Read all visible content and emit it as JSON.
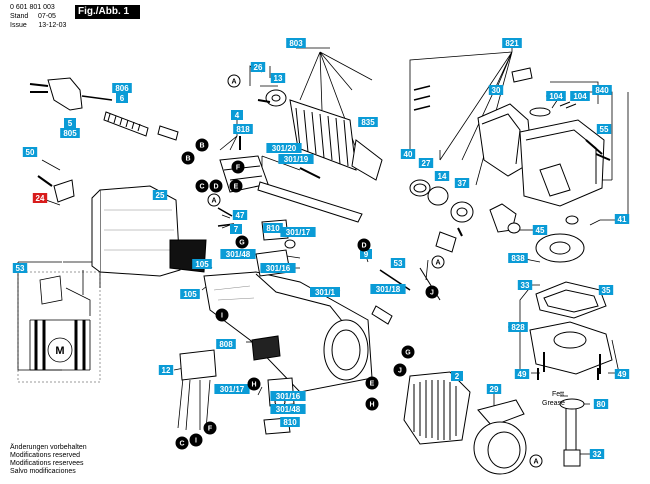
{
  "header": {
    "doc_number": "0 601 801 003",
    "stand_label": "Stand",
    "stand_value": "07-05",
    "issue_label": "Issue",
    "issue_value": "13-12-03",
    "figure": "Fig./Abb. 1"
  },
  "footer": [
    "Änderungen vorbehalten",
    "Modifications reserved",
    "Modifications reservees",
    "Salvo modificaciones"
  ],
  "notes": {
    "fett": "Fett",
    "grease": "Grease"
  },
  "motor_symbol": "M",
  "colors": {
    "label_bg": "#0a9bd6",
    "highlight": "#d81c1c",
    "line": "#000000"
  },
  "labels": [
    {
      "id": "803",
      "t": "803"
    },
    {
      "id": "821",
      "t": "821"
    },
    {
      "id": "806",
      "t": "806"
    },
    {
      "id": "6",
      "t": "6"
    },
    {
      "id": "5",
      "t": "5"
    },
    {
      "id": "805",
      "t": "805"
    },
    {
      "id": "26",
      "t": "26"
    },
    {
      "id": "13",
      "t": "13"
    },
    {
      "id": "30",
      "t": "30"
    },
    {
      "id": "840",
      "t": "840"
    },
    {
      "id": "104a",
      "t": "104"
    },
    {
      "id": "104b",
      "t": "104"
    },
    {
      "id": "835",
      "t": "835"
    },
    {
      "id": "4",
      "t": "4"
    },
    {
      "id": "818",
      "t": "818"
    },
    {
      "id": "55",
      "t": "55"
    },
    {
      "id": "50",
      "t": "50"
    },
    {
      "id": "40",
      "t": "40"
    },
    {
      "id": "27",
      "t": "27"
    },
    {
      "id": "14",
      "t": "14"
    },
    {
      "id": "37",
      "t": "37"
    },
    {
      "id": "301_20",
      "t": "301/20"
    },
    {
      "id": "301_19",
      "t": "301/19"
    },
    {
      "id": "24",
      "t": "24"
    },
    {
      "id": "25",
      "t": "25"
    },
    {
      "id": "47",
      "t": "47"
    },
    {
      "id": "7",
      "t": "7"
    },
    {
      "id": "41",
      "t": "41"
    },
    {
      "id": "810a",
      "t": "810"
    },
    {
      "id": "301_17a",
      "t": "301/17"
    },
    {
      "id": "45",
      "t": "45"
    },
    {
      "id": "301_48a",
      "t": "301/48"
    },
    {
      "id": "301_16a",
      "t": "301/16"
    },
    {
      "id": "838",
      "t": "838"
    },
    {
      "id": "53a",
      "t": "53"
    },
    {
      "id": "105a",
      "t": "105"
    },
    {
      "id": "105b",
      "t": "105"
    },
    {
      "id": "9",
      "t": "9"
    },
    {
      "id": "53b",
      "t": "53"
    },
    {
      "id": "33",
      "t": "33"
    },
    {
      "id": "35",
      "t": "35"
    },
    {
      "id": "301_1",
      "t": "301/1"
    },
    {
      "id": "301_18",
      "t": "301/18"
    },
    {
      "id": "828",
      "t": "828"
    },
    {
      "id": "808",
      "t": "808"
    },
    {
      "id": "12",
      "t": "12"
    },
    {
      "id": "49a",
      "t": "49"
    },
    {
      "id": "49b",
      "t": "49"
    },
    {
      "id": "2",
      "t": "2"
    },
    {
      "id": "29",
      "t": "29"
    },
    {
      "id": "301_17b",
      "t": "301/17"
    },
    {
      "id": "301_16b",
      "t": "301/16"
    },
    {
      "id": "301_48b",
      "t": "301/48"
    },
    {
      "id": "810b",
      "t": "810"
    },
    {
      "id": "80",
      "t": "80"
    },
    {
      "id": "32",
      "t": "32"
    }
  ],
  "letters": [
    {
      "id": "A1",
      "t": "A"
    },
    {
      "id": "A2",
      "t": "A"
    },
    {
      "id": "A3",
      "t": "A"
    },
    {
      "id": "A4",
      "t": "A"
    },
    {
      "id": "B1",
      "t": "B"
    },
    {
      "id": "B2",
      "t": "B"
    },
    {
      "id": "C1",
      "t": "C"
    },
    {
      "id": "C2",
      "t": "C"
    },
    {
      "id": "D1",
      "t": "D"
    },
    {
      "id": "D2",
      "t": "D"
    },
    {
      "id": "E1",
      "t": "E"
    },
    {
      "id": "E2",
      "t": "E"
    },
    {
      "id": "F1",
      "t": "F"
    },
    {
      "id": "F2",
      "t": "F"
    },
    {
      "id": "G1",
      "t": "G"
    },
    {
      "id": "G2",
      "t": "G"
    },
    {
      "id": "H1",
      "t": "H"
    },
    {
      "id": "H2",
      "t": "H"
    },
    {
      "id": "I1",
      "t": "I"
    },
    {
      "id": "I2",
      "t": "I"
    },
    {
      "id": "J1",
      "t": "J"
    },
    {
      "id": "J2",
      "t": "J"
    }
  ]
}
